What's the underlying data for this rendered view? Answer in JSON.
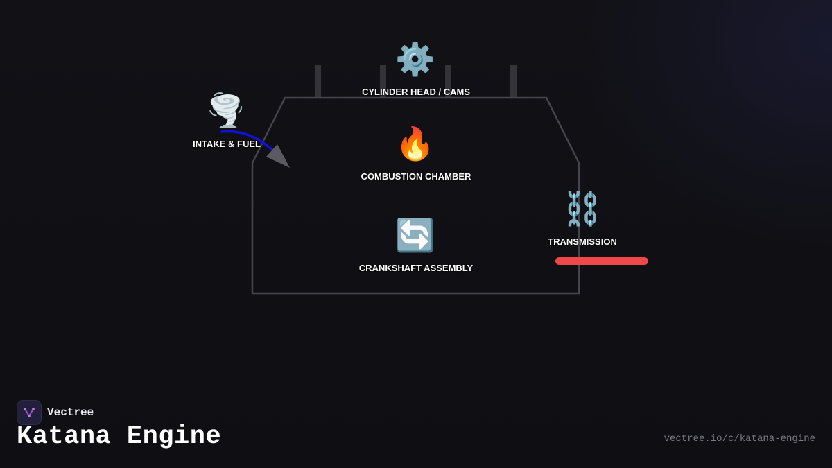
{
  "nodes": {
    "cylinder_head": {
      "label": "CYLINDER HEAD / CAMS",
      "icon": "gear-icon",
      "glyph": "⚙️"
    },
    "intake": {
      "label": "INTAKE & FUEL",
      "icon": "tornado-icon",
      "glyph": "🌪️"
    },
    "combustion": {
      "label": "COMBUSTION CHAMBER",
      "icon": "fire-icon",
      "glyph": "🔥"
    },
    "crankshaft": {
      "label": "CRANKSHAFT ASSEMBLY",
      "icon": "rotate-arrows-icon",
      "glyph": "🔄"
    },
    "transmission": {
      "label": "TRANSMISSION",
      "icon": "chain-icon",
      "glyph": "⛓️"
    }
  },
  "colors": {
    "engine_outline": "#45454d",
    "pipe": "#333338",
    "intake_arrow": "#1010e0",
    "arrow_head": "#5a5a60",
    "transmission_bar": "#f04848",
    "accent": "#a64ed9"
  },
  "brand": {
    "name": "Vectree",
    "icon": "vectree-logo-icon"
  },
  "page": {
    "title": "Katana Engine",
    "url": "vectree.io/c/katana-engine"
  }
}
